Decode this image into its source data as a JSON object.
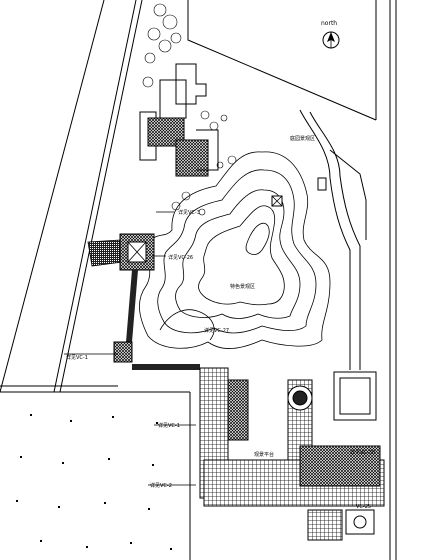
{
  "north_label": "north",
  "labels": {
    "area_right": "庭园景观区",
    "area_center": "特色景观区",
    "ref_vc3": "详见VC-3",
    "ref_vc26": "详见VC-26",
    "ref_vc27": "详见VC-27",
    "ref_vc1": "详见VC-1",
    "ref_vc1b": "详见VC-1",
    "ref_vc2": "详见VC-2",
    "terrace": "观景平台",
    "ref_vc30": "详见VC-30",
    "ref_vc25": "VC-25"
  }
}
